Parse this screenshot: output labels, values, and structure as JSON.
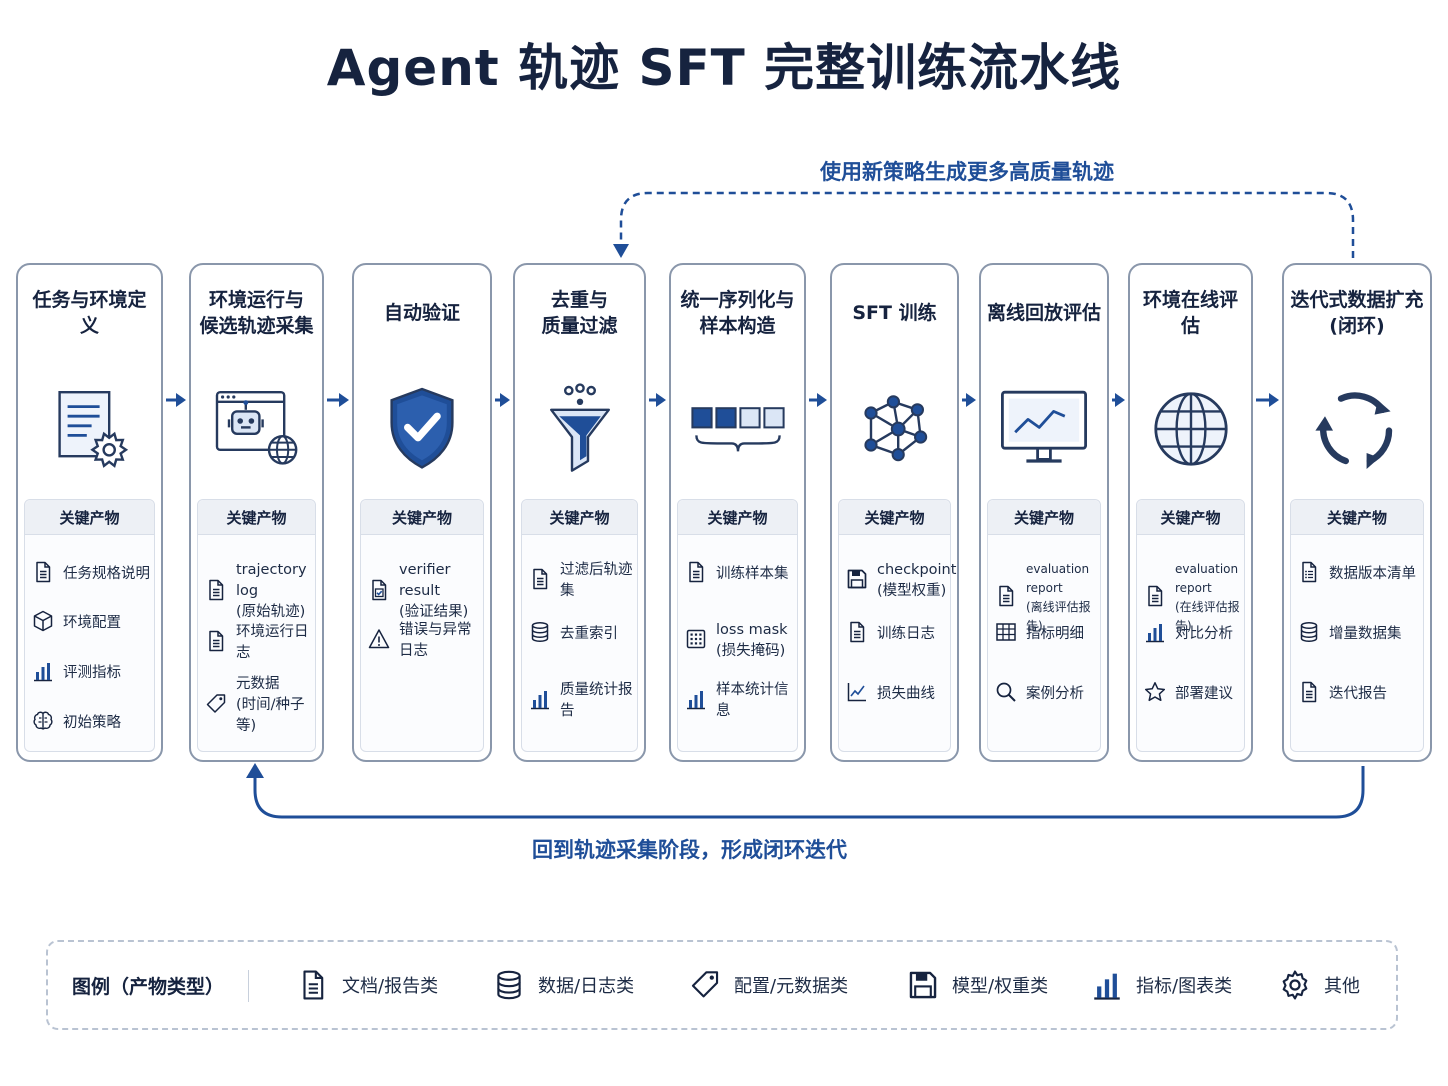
{
  "title": "Agent 轨迹 SFT 完整训练流水线",
  "loop_top_label": "使用新策略生成更多高质量轨迹",
  "loop_bottom_label": "回到轨迹采集阶段，形成闭环迭代",
  "artifact_header": "关键产物",
  "colors": {
    "accent": "#1f4e98",
    "border": "#8a97ab",
    "text": "#16233f"
  },
  "stages": [
    {
      "title": "任务与环境定义",
      "icon": "document-gear-icon",
      "items": [
        {
          "icon": "doc",
          "text": "任务规格说明"
        },
        {
          "icon": "cube",
          "text": "环境配置"
        },
        {
          "icon": "bars",
          "text": "评测指标"
        },
        {
          "icon": "brain",
          "text": "初始策略"
        }
      ]
    },
    {
      "title": "环境运行与\n候选轨迹采集",
      "icon": "robot-globe-icon",
      "items": [
        {
          "icon": "doc",
          "text": "trajectory log\n(原始轨迹)"
        },
        {
          "icon": "doc",
          "text": "环境运行日志"
        },
        {
          "icon": "tag",
          "text": "元数据\n(时间/种子等)"
        }
      ]
    },
    {
      "title": "自动验证",
      "icon": "shield-check-icon",
      "items": [
        {
          "icon": "doccheck",
          "text": "verifier result\n(验证结果)"
        },
        {
          "icon": "warn",
          "text": "错误与异常日志"
        }
      ]
    },
    {
      "title": "去重与\n质量过滤",
      "icon": "funnel-icon",
      "items": [
        {
          "icon": "doc",
          "text": "过滤后轨迹集"
        },
        {
          "icon": "db",
          "text": "去重索引"
        },
        {
          "icon": "bars",
          "text": "质量统计报告"
        }
      ]
    },
    {
      "title": "统一序列化与\n样本构造",
      "icon": "sequence-blocks-icon",
      "items": [
        {
          "icon": "doc",
          "text": "训练样本集"
        },
        {
          "icon": "grid",
          "text": "loss mask\n(损失掩码)"
        },
        {
          "icon": "bars",
          "text": "样本统计信息"
        }
      ]
    },
    {
      "title": "SFT 训练",
      "icon": "network-icon",
      "items": [
        {
          "icon": "save",
          "text": "checkpoint\n(模型权重)"
        },
        {
          "icon": "doc",
          "text": "训练日志"
        },
        {
          "icon": "line",
          "text": "损失曲线"
        }
      ]
    },
    {
      "title": "离线回放评估",
      "icon": "monitor-chart-icon",
      "items": [
        {
          "icon": "doc",
          "text": "evaluation report\n(离线评估报告)",
          "small": true
        },
        {
          "icon": "table",
          "text": "指标明细"
        },
        {
          "icon": "search",
          "text": "案例分析"
        }
      ]
    },
    {
      "title": "环境在线评估",
      "icon": "globe-icon",
      "items": [
        {
          "icon": "doc",
          "text": "evaluation report\n(在线评估报告)",
          "small": true
        },
        {
          "icon": "bars",
          "text": "对比分析"
        },
        {
          "icon": "star",
          "text": "部署建议"
        }
      ]
    },
    {
      "title": "迭代式数据扩充\n(闭环)",
      "icon": "cycle-arrows-icon",
      "items": [
        {
          "icon": "list",
          "text": "数据版本清单"
        },
        {
          "icon": "db",
          "text": "增量数据集"
        },
        {
          "icon": "doc",
          "text": "迭代报告"
        }
      ]
    }
  ],
  "legend": {
    "title": "图例（产物类型）",
    "items": [
      {
        "icon": "doc",
        "label": "文档/报告类"
      },
      {
        "icon": "db",
        "label": "数据/日志类"
      },
      {
        "icon": "tag",
        "label": "配置/元数据类"
      },
      {
        "icon": "save",
        "label": "模型/权重类"
      },
      {
        "icon": "bars",
        "label": "指标/图表类"
      },
      {
        "icon": "gear",
        "label": "其他"
      }
    ]
  }
}
